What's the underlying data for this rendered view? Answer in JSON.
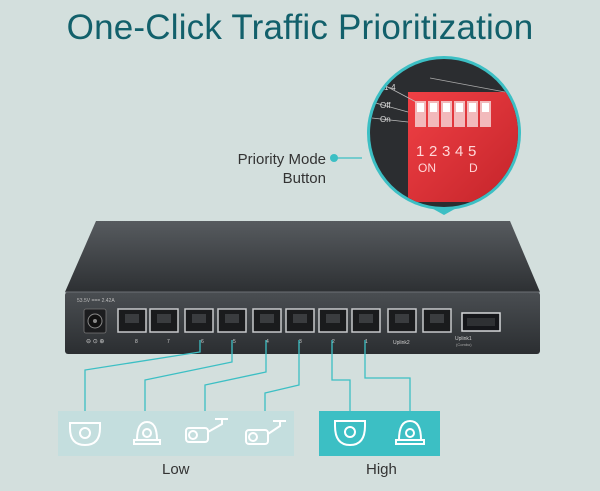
{
  "headline": "One-Click Traffic Prioritization",
  "callout": {
    "line1": "Priority Mode",
    "line2": "Button"
  },
  "dip_switch": {
    "top_label": "1-4",
    "off_label": "Off",
    "on_label": "On",
    "numbers": [
      "1",
      "2",
      "3",
      "4",
      "5"
    ],
    "on_text": "ON",
    "extra_glyph": "D"
  },
  "switch_panel": {
    "power_label": "53.5V === 2.42A",
    "port_labels": [
      "8",
      "7",
      "6",
      "5",
      "4",
      "3",
      "2",
      "1"
    ],
    "uplink2_label": "Uplink2",
    "uplink1_label": "Uplink1",
    "uplink1_sub": "(Combo)"
  },
  "groups": {
    "low_label": "Low",
    "high_label": "High"
  },
  "colors": {
    "background": "#d3dfdd",
    "brand_teal": "#12606b",
    "accent_cyan": "#3cbfc4",
    "switch_body": "#3a3d40",
    "dip_red": "#e8333a"
  }
}
